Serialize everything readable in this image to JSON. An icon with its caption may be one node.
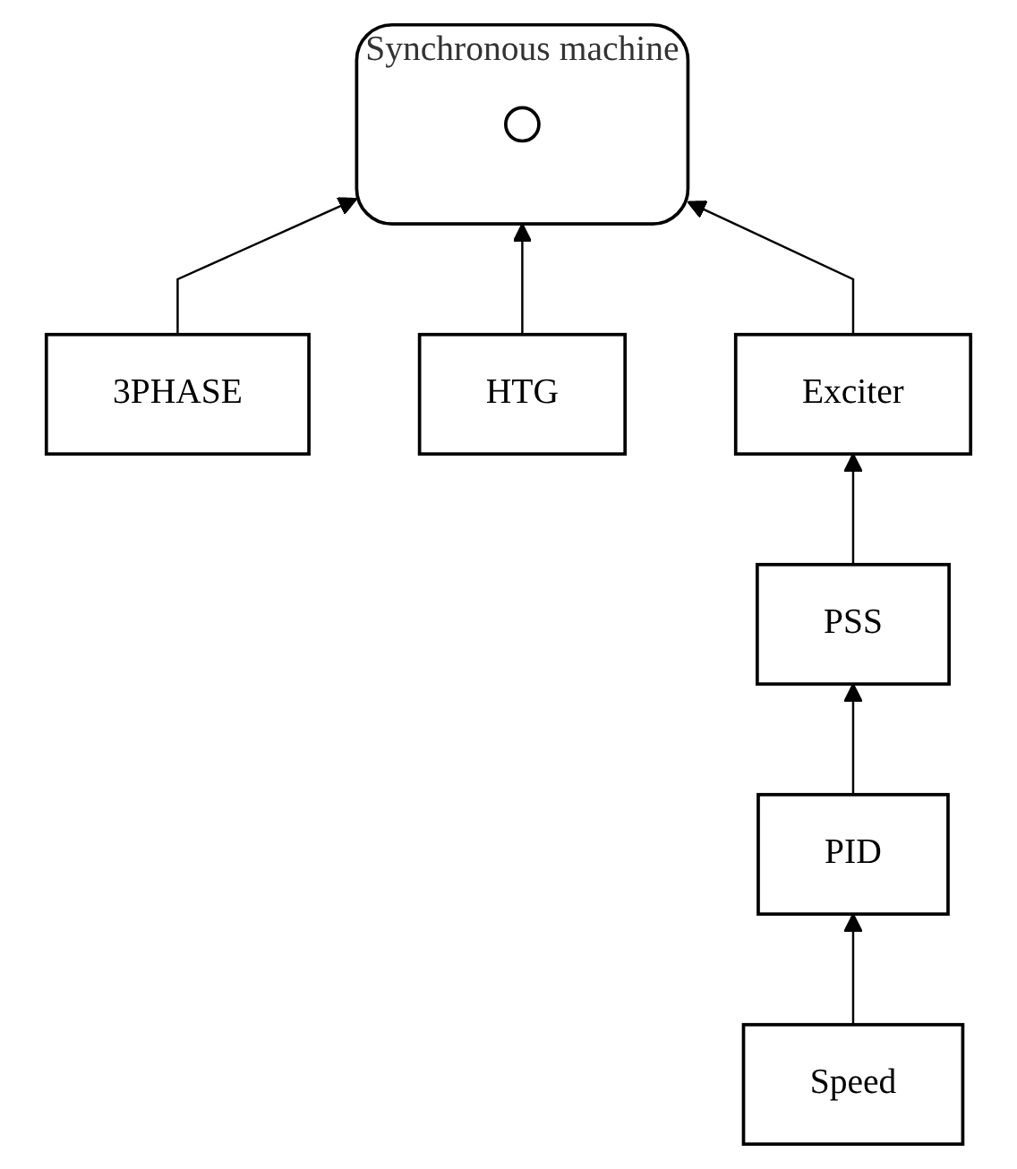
{
  "diagram": {
    "nodes": [
      {
        "text": [
          "Synchronous machine"
        ]
      },
      {
        "text": [],
        "shape": "circle",
        "in": 0
      },
      {
        "text": [
          "3PHASE"
        ]
      },
      {
        "text": [
          "HTG"
        ]
      },
      {
        "text": [
          "Exciter"
        ]
      },
      {
        "text": [
          "PID"
        ]
      },
      {
        "text": [
          "PSS"
        ]
      },
      {
        "text": [
          "Speed"
        ]
      }
    ],
    "edges": [
      {
        "from": 2,
        "to": 0,
        "arrow": "to"
      },
      {
        "from": 3,
        "to": 0,
        "arrow": "to"
      },
      {
        "from": 4,
        "to": 0,
        "arrow": "to"
      },
      {
        "from": 6,
        "to": 4,
        "arrow": "to"
      },
      {
        "from": 5,
        "to": 6,
        "arrow": "to"
      },
      {
        "from": 7,
        "to": 5,
        "arrow": "to"
      }
    ]
  }
}
